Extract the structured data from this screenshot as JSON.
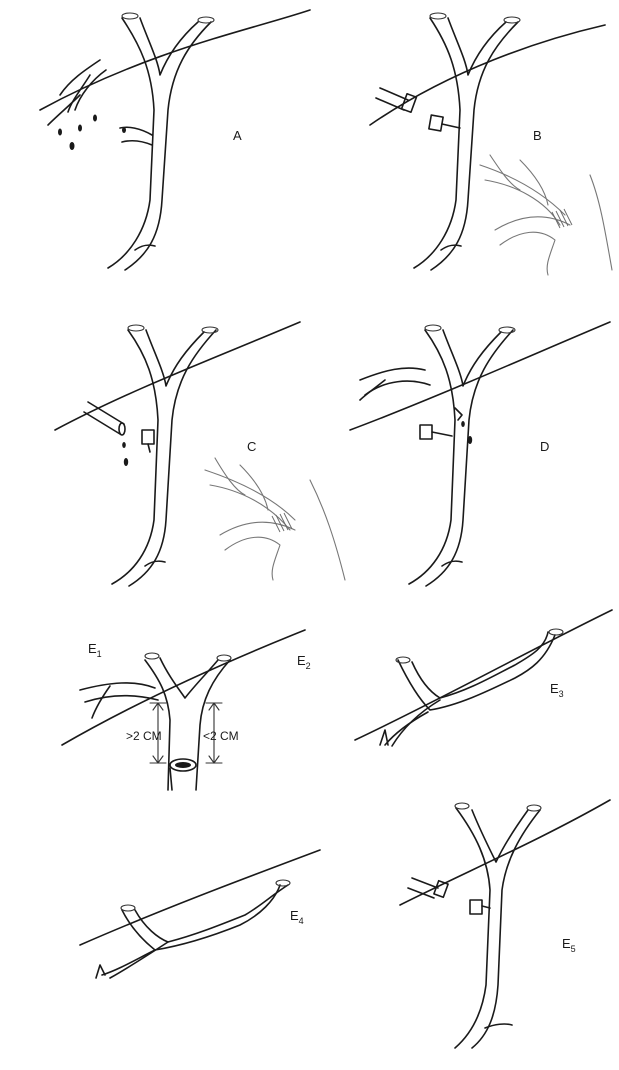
{
  "labels": {
    "a": "A",
    "b": "B",
    "c": "C",
    "d": "D",
    "e1": {
      "base": "E",
      "sub": "1"
    },
    "e2": {
      "base": "E",
      "sub": "2"
    },
    "e3": {
      "base": "E",
      "sub": "3"
    },
    "e4": {
      "base": "E",
      "sub": "4"
    },
    "e5": {
      "base": "E",
      "sub": "5"
    }
  },
  "measurements": {
    "left": ">2 CM",
    "right": "<2 CM"
  }
}
